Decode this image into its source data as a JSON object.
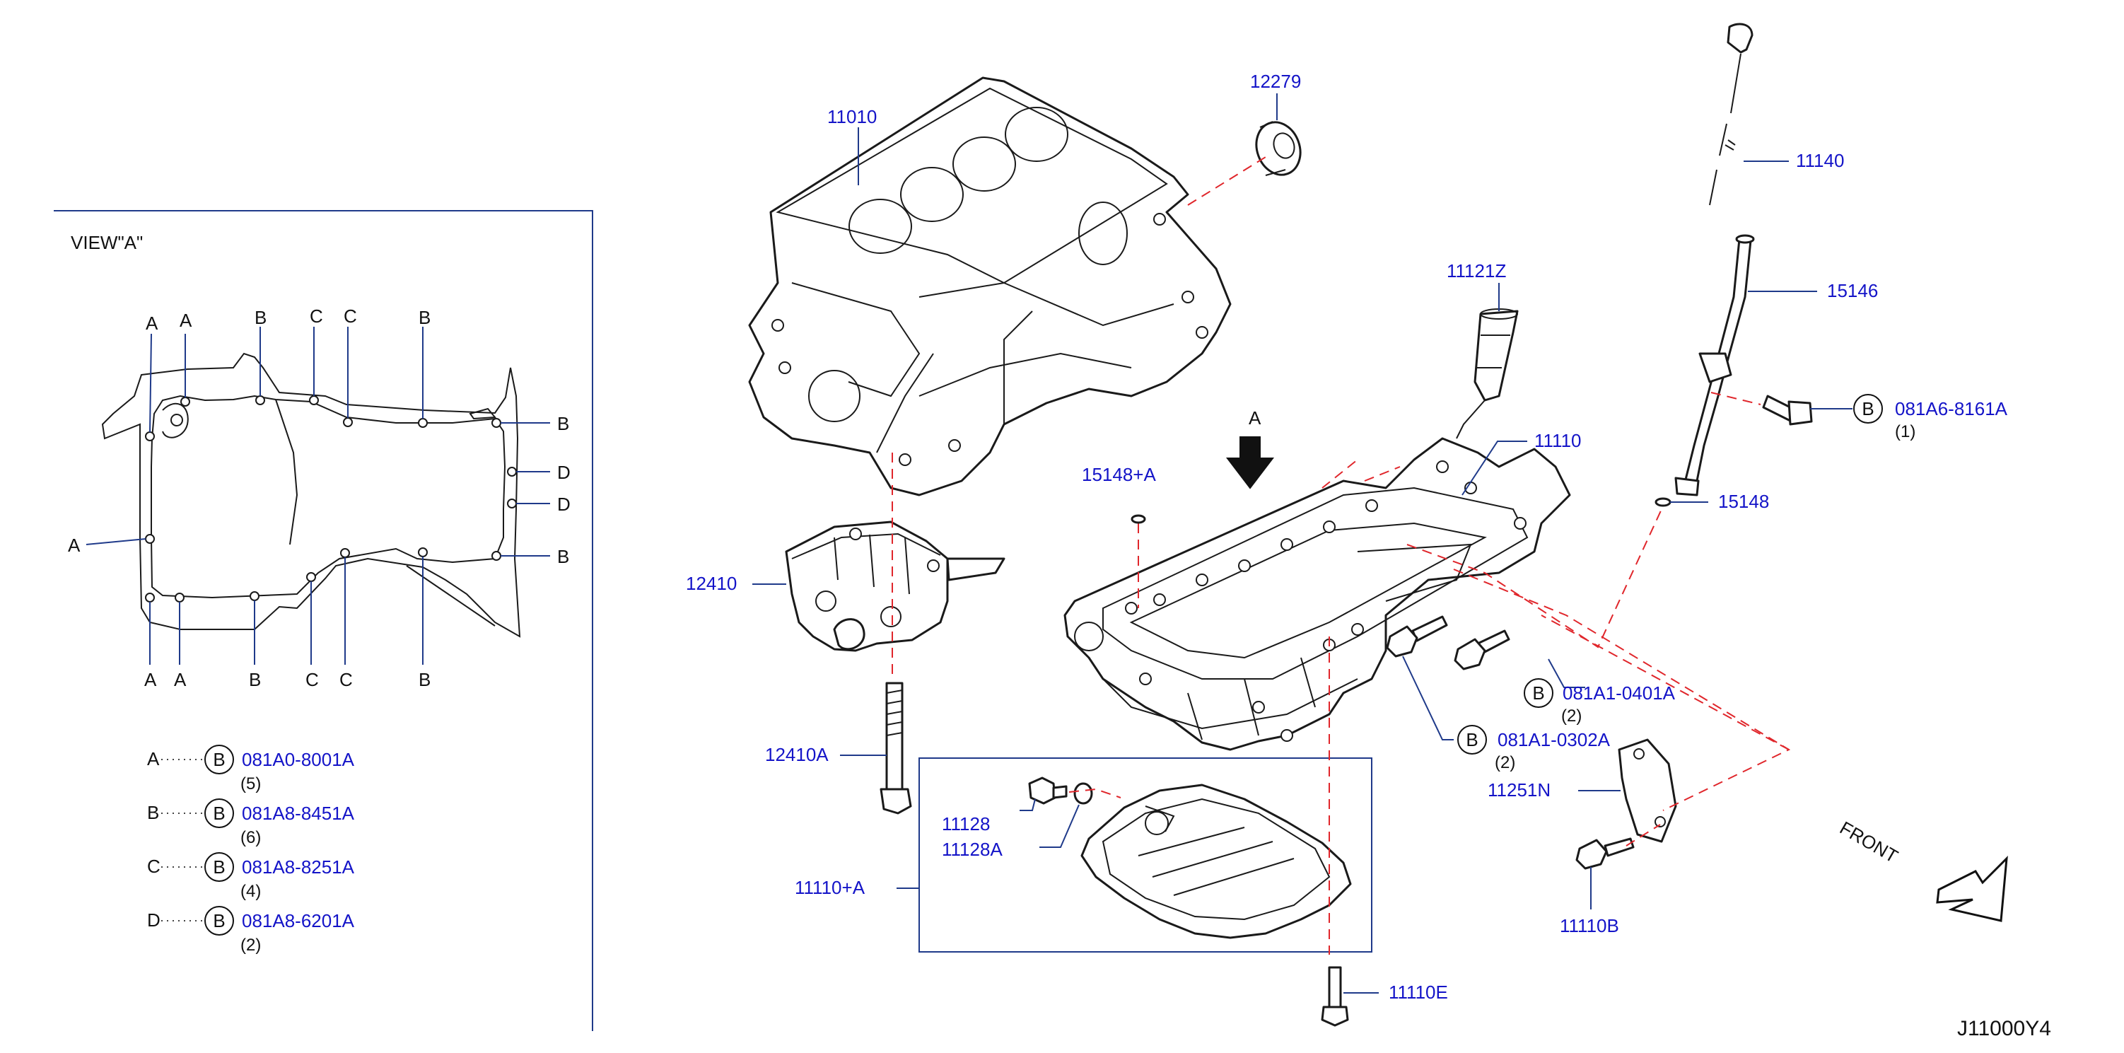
{
  "view": {
    "title": "VIEW\"A\"",
    "point_letters": {
      "A": "A",
      "B": "B",
      "C": "C",
      "D": "D"
    },
    "legend": [
      {
        "letter": "A",
        "mark": "B",
        "part": "081A0-8001A",
        "qty": "(5)"
      },
      {
        "letter": "B",
        "mark": "B",
        "part": "081A8-8451A",
        "qty": "(6)"
      },
      {
        "letter": "C",
        "mark": "B",
        "part": "081A8-8251A",
        "qty": "(4)"
      },
      {
        "letter": "D",
        "mark": "B",
        "part": "081A8-6201A",
        "qty": "(2)"
      }
    ]
  },
  "parts": {
    "p11010": "11010",
    "p12279": "12279",
    "p11140": "11140",
    "p15146": "15146",
    "p11121Z": "11121Z",
    "p081A6": "081A6-8161A",
    "p081A6_qty": "(1)",
    "p081A6_mark": "B",
    "p11110": "11110",
    "p15148A": "15148+A",
    "p15148": "15148",
    "p12410": "12410",
    "p12410A": "12410A",
    "p081A1_0401A": "081A1-0401A",
    "p081A1_0401A_qty": "(2)",
    "p081A1_0401A_mark": "B",
    "p081A1_0302A": "081A1-0302A",
    "p081A1_0302A_qty": "(2)",
    "p081A1_0302A_mark": "B",
    "p11251N": "11251N",
    "p11128": "11128",
    "p11128A": "11128A",
    "p11110A": "11110+A",
    "p11110B": "11110B",
    "p11110E": "11110E"
  },
  "arrow_a": "A",
  "front_label": "FRONT",
  "diagram_id": "J11000Y4"
}
